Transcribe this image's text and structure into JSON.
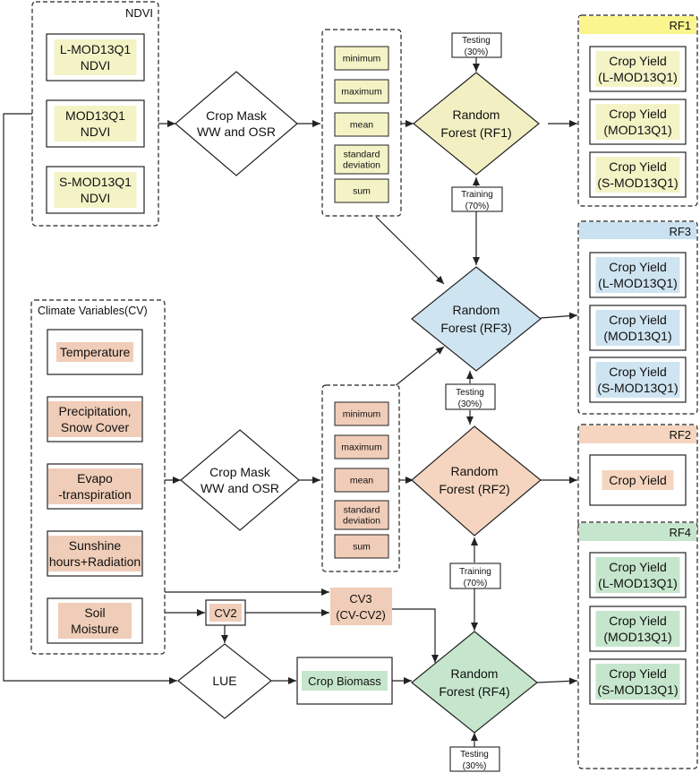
{
  "colors": {
    "ndvi": "#f4f3c6",
    "rf1_diamond": "#f2f0c2",
    "rf1_header": "#fbf58d",
    "rf3": "#cfe4f1",
    "rf3_header": "#c9e1f0",
    "cv": "#f0cdb8",
    "rf2": "#f5d5bf",
    "rf4": "#c5e6cc",
    "stroke": "#222222"
  },
  "ndvi_group": {
    "title": "NDVI",
    "items": [
      [
        "L-MOD13Q1",
        "NDVI"
      ],
      [
        "MOD13Q1",
        "NDVI"
      ],
      [
        "S-MOD13Q1",
        "NDVI"
      ]
    ]
  },
  "cv_group": {
    "title": "Climate Variables(CV)",
    "items": [
      [
        "Temperature"
      ],
      [
        "Precipitation,",
        "Snow Cover"
      ],
      [
        "Evapo",
        "-transpiration"
      ],
      [
        "Sunshine",
        "hours+Radiation"
      ],
      [
        "Soil",
        "Moisture"
      ]
    ]
  },
  "crop_mask": [
    "Crop Mask",
    "WW and OSR"
  ],
  "stats": [
    [
      "minimum"
    ],
    [
      "maximum"
    ],
    [
      "mean"
    ],
    [
      "standard",
      "deviation"
    ],
    [
      "sum"
    ]
  ],
  "rf": {
    "rf1": [
      "Random",
      "Forest (RF1)"
    ],
    "rf3": [
      "Random",
      "Forest (RF3)"
    ],
    "rf2": [
      "Random",
      "Forest (RF2)"
    ],
    "rf4": [
      "Random",
      "Forest (RF4)"
    ]
  },
  "testing": [
    "Testing",
    "(30%)"
  ],
  "training": [
    "Training",
    "(70%)"
  ],
  "output_groups": {
    "rf1": {
      "title": "RF1",
      "items": [
        [
          "Crop Yield",
          "(L-MOD13Q1)"
        ],
        [
          "Crop Yield",
          "(MOD13Q1)"
        ],
        [
          "Crop Yield",
          "(S-MOD13Q1)"
        ]
      ]
    },
    "rf3": {
      "title": "RF3",
      "items": [
        [
          "Crop Yield",
          "(L-MOD13Q1)"
        ],
        [
          "Crop Yield",
          "(MOD13Q1)"
        ],
        [
          "Crop Yield",
          "(S-MOD13Q1)"
        ]
      ]
    },
    "rf2": {
      "title": "RF2",
      "items": [
        [
          "Crop Yield"
        ]
      ]
    },
    "rf4": {
      "title": "RF4",
      "items": [
        [
          "Crop Yield",
          "(L-MOD13Q1)"
        ],
        [
          "Crop Yield",
          "(MOD13Q1)"
        ],
        [
          "Crop Yield",
          "(S-MOD13Q1)"
        ]
      ]
    }
  },
  "cv2": "CV2",
  "cv3": [
    "CV3",
    "(CV-CV2)"
  ],
  "lue": "LUE",
  "crop_biomass": "Crop Biomass"
}
